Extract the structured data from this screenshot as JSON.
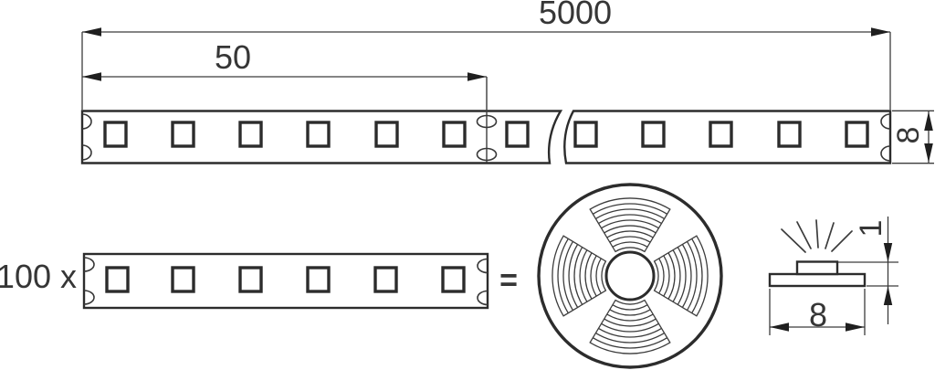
{
  "diagram": {
    "type": "technical-drawing",
    "subject": "LED strip 5m reel dimension drawing",
    "dim_total_length": "5000",
    "dim_cut_length": "50",
    "dim_strip_width": "8",
    "multiplier_label": "100 x",
    "equals_label": "=",
    "dim_profile_height": "1",
    "dim_profile_width": "8",
    "top_strip_led_count": 12,
    "segment_led_count": 6,
    "reel_wedge_count": 4,
    "colors": {
      "line": "#2c2c2c",
      "text": "#363636",
      "background": "#ffffff"
    }
  }
}
